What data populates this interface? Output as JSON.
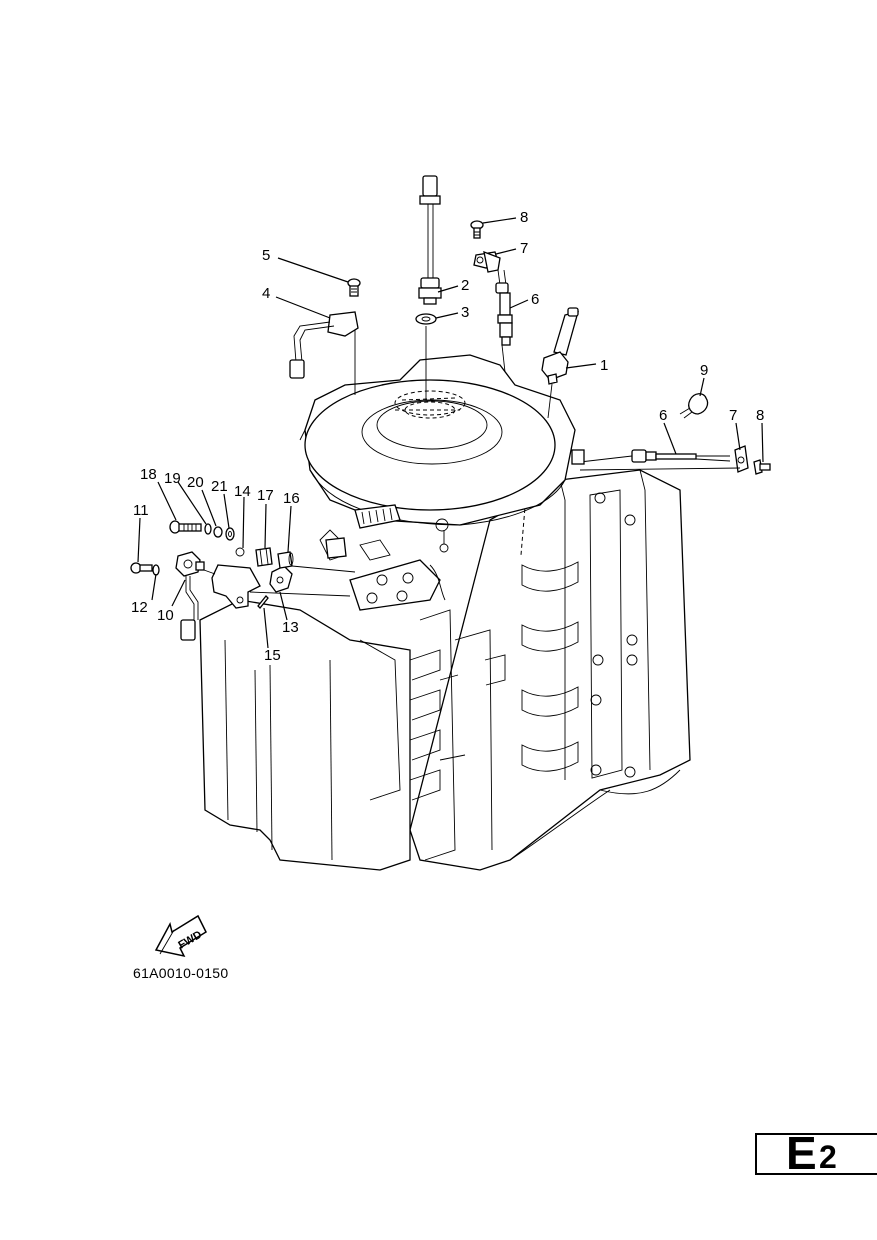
{
  "diagram": {
    "callouts": [
      "1",
      "2",
      "3",
      "4",
      "5",
      "6",
      "6",
      "7",
      "7",
      "8",
      "8",
      "9",
      "10",
      "11",
      "12",
      "13",
      "14",
      "15",
      "16",
      "17",
      "18",
      "19",
      "20",
      "21"
    ],
    "fwd_label": "FWD",
    "part_code": "61A0010-0150",
    "page_letter": "E",
    "page_number": "2"
  }
}
